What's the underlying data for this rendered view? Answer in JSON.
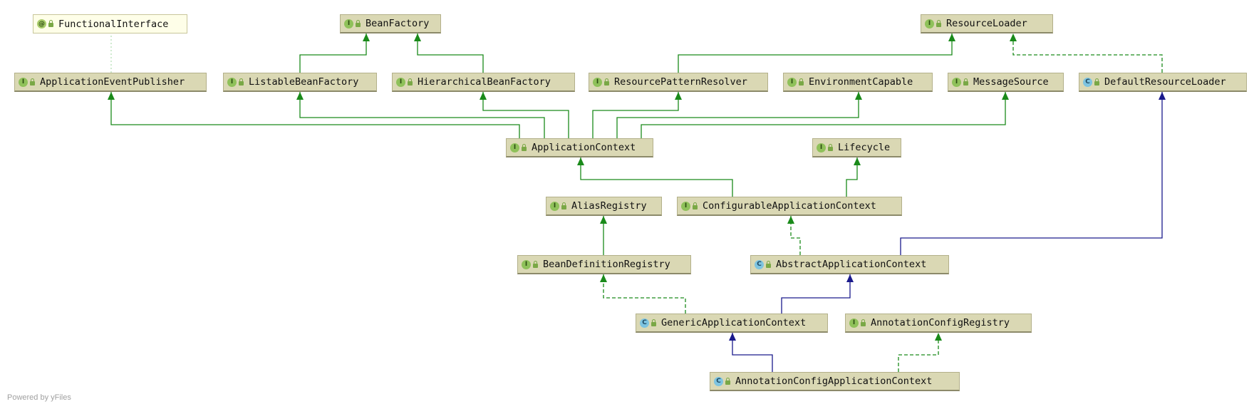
{
  "nodes": [
    {
      "id": "FunctionalInterface",
      "label": "FunctionalInterface",
      "kind": "annotation",
      "kind_glyph": "@"
    },
    {
      "id": "BeanFactory",
      "label": "BeanFactory",
      "kind": "interface",
      "kind_glyph": "I"
    },
    {
      "id": "ResourceLoader",
      "label": "ResourceLoader",
      "kind": "interface",
      "kind_glyph": "I"
    },
    {
      "id": "ApplicationEventPublisher",
      "label": "ApplicationEventPublisher",
      "kind": "interface",
      "kind_glyph": "I"
    },
    {
      "id": "ListableBeanFactory",
      "label": "ListableBeanFactory",
      "kind": "interface",
      "kind_glyph": "I"
    },
    {
      "id": "HierarchicalBeanFactory",
      "label": "HierarchicalBeanFactory",
      "kind": "interface",
      "kind_glyph": "I"
    },
    {
      "id": "ResourcePatternResolver",
      "label": "ResourcePatternResolver",
      "kind": "interface",
      "kind_glyph": "I"
    },
    {
      "id": "EnvironmentCapable",
      "label": "EnvironmentCapable",
      "kind": "interface",
      "kind_glyph": "I"
    },
    {
      "id": "MessageSource",
      "label": "MessageSource",
      "kind": "interface",
      "kind_glyph": "I"
    },
    {
      "id": "DefaultResourceLoader",
      "label": "DefaultResourceLoader",
      "kind": "class",
      "kind_glyph": "C"
    },
    {
      "id": "ApplicationContext",
      "label": "ApplicationContext",
      "kind": "interface",
      "kind_glyph": "I"
    },
    {
      "id": "Lifecycle",
      "label": "Lifecycle",
      "kind": "interface",
      "kind_glyph": "I"
    },
    {
      "id": "AliasRegistry",
      "label": "AliasRegistry",
      "kind": "interface",
      "kind_glyph": "I"
    },
    {
      "id": "ConfigurableApplicationContext",
      "label": "ConfigurableApplicationContext",
      "kind": "interface",
      "kind_glyph": "I"
    },
    {
      "id": "BeanDefinitionRegistry",
      "label": "BeanDefinitionRegistry",
      "kind": "interface",
      "kind_glyph": "I"
    },
    {
      "id": "AbstractApplicationContext",
      "label": "AbstractApplicationContext",
      "kind": "class",
      "kind_glyph": "C"
    },
    {
      "id": "GenericApplicationContext",
      "label": "GenericApplicationContext",
      "kind": "class",
      "kind_glyph": "C"
    },
    {
      "id": "AnnotationConfigRegistry",
      "label": "AnnotationConfigRegistry",
      "kind": "interface",
      "kind_glyph": "I"
    },
    {
      "id": "AnnotationConfigApplicationContext",
      "label": "AnnotationConfigApplicationContext",
      "kind": "class",
      "kind_glyph": "C"
    }
  ],
  "edges": [
    {
      "from": "ListableBeanFactory",
      "to": "BeanFactory",
      "relation": "extends"
    },
    {
      "from": "HierarchicalBeanFactory",
      "to": "BeanFactory",
      "relation": "extends"
    },
    {
      "from": "ResourcePatternResolver",
      "to": "ResourceLoader",
      "relation": "extends"
    },
    {
      "from": "DefaultResourceLoader",
      "to": "ResourceLoader",
      "relation": "implements"
    },
    {
      "from": "ApplicationEventPublisher",
      "to": "FunctionalInterface",
      "relation": "annotated"
    },
    {
      "from": "ApplicationContext",
      "to": "ApplicationEventPublisher",
      "relation": "extends"
    },
    {
      "from": "ApplicationContext",
      "to": "ListableBeanFactory",
      "relation": "extends"
    },
    {
      "from": "ApplicationContext",
      "to": "HierarchicalBeanFactory",
      "relation": "extends"
    },
    {
      "from": "ApplicationContext",
      "to": "ResourcePatternResolver",
      "relation": "extends"
    },
    {
      "from": "ApplicationContext",
      "to": "EnvironmentCapable",
      "relation": "extends"
    },
    {
      "from": "ApplicationContext",
      "to": "MessageSource",
      "relation": "extends"
    },
    {
      "from": "ConfigurableApplicationContext",
      "to": "ApplicationContext",
      "relation": "extends"
    },
    {
      "from": "ConfigurableApplicationContext",
      "to": "Lifecycle",
      "relation": "extends"
    },
    {
      "from": "BeanDefinitionRegistry",
      "to": "AliasRegistry",
      "relation": "extends"
    },
    {
      "from": "AbstractApplicationContext",
      "to": "ConfigurableApplicationContext",
      "relation": "implements"
    },
    {
      "from": "AbstractApplicationContext",
      "to": "DefaultResourceLoader",
      "relation": "class-extends"
    },
    {
      "from": "GenericApplicationContext",
      "to": "BeanDefinitionRegistry",
      "relation": "implements"
    },
    {
      "from": "GenericApplicationContext",
      "to": "AbstractApplicationContext",
      "relation": "class-extends"
    },
    {
      "from": "AnnotationConfigApplicationContext",
      "to": "GenericApplicationContext",
      "relation": "class-extends"
    },
    {
      "from": "AnnotationConfigApplicationContext",
      "to": "AnnotationConfigRegistry",
      "relation": "implements"
    }
  ],
  "colors": {
    "extends": "#1a8a1a",
    "implements": "#1a8a1a",
    "class_extends": "#1a1a8c",
    "annotated": "#9fd49f",
    "node_fill": "#dad8b4",
    "annotation_fill": "#fefee8"
  },
  "watermark": "Powered by yFiles"
}
